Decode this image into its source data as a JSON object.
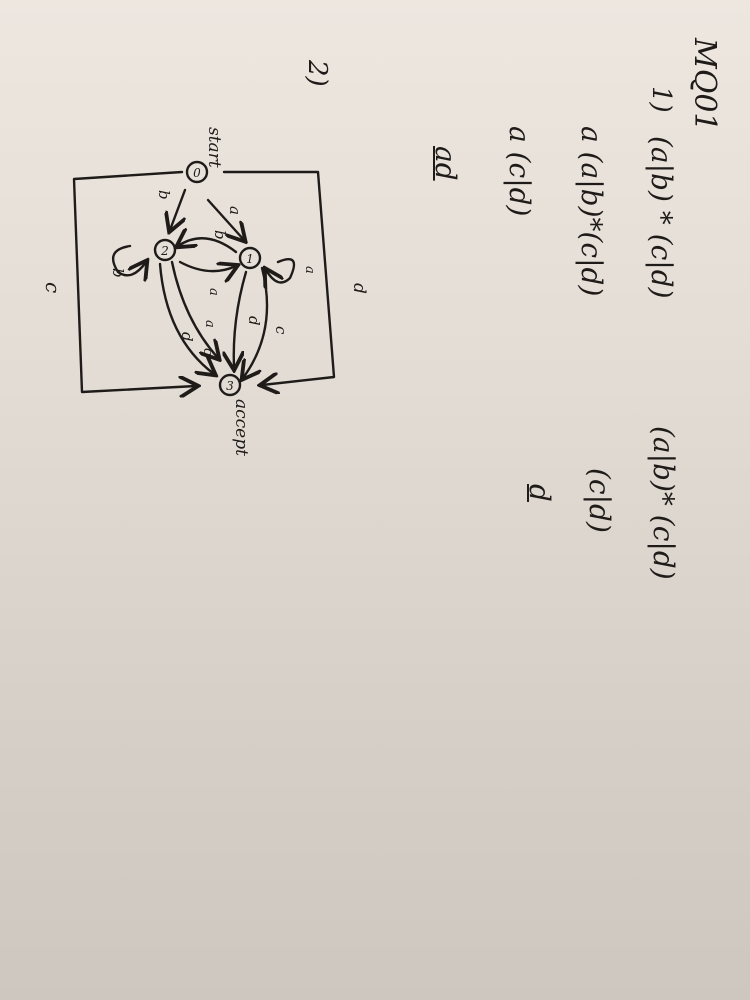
{
  "header": {
    "title": "MQ01"
  },
  "question1": {
    "number": "1)",
    "left_lines": [
      "(a|b) * (c|d)",
      "a (a|b)*(c|d)",
      "a (c|d)",
      "ad"
    ],
    "right_lines": [
      "(a|b)* (c|d)",
      "(c|d)",
      "d"
    ]
  },
  "question2": {
    "number": "2)",
    "diagram": {
      "start_label": "start",
      "accept_label": "accept",
      "states": [
        "0",
        "1",
        "2",
        "3"
      ],
      "edge_labels": [
        "a",
        "b",
        "b",
        "a",
        "a",
        "d",
        "c",
        "a",
        "c",
        "d",
        "d",
        "b",
        "c"
      ]
    }
  }
}
